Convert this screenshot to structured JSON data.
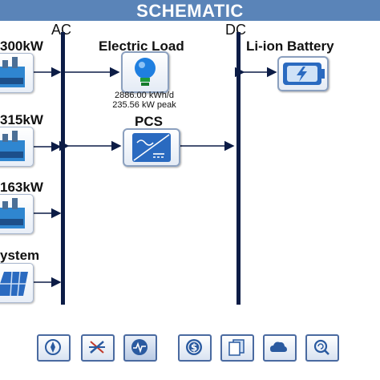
{
  "title": "SCHEMATIC",
  "buses": {
    "ac_label": "AC",
    "dc_label": "DC"
  },
  "generators": [
    {
      "label": "300kW",
      "icon": "generator-icon"
    },
    {
      "label": "315kW",
      "icon": "generator-icon"
    },
    {
      "label": "163kW",
      "icon": "generator-icon"
    }
  ],
  "pv": {
    "label": "ystem",
    "icon": "solar-panel-icon"
  },
  "load": {
    "label": "Electric Load",
    "energy": "2886.00 kWh/d",
    "peak": "235.56 kW peak",
    "icon": "light-bulb-icon"
  },
  "converter": {
    "label": "PCS",
    "icon": "converter-icon"
  },
  "battery": {
    "label": "Li-ion Battery",
    "icon": "battery-icon"
  },
  "toolbar": [
    {
      "icon": "compass-icon"
    },
    {
      "icon": "tools-icon"
    },
    {
      "icon": "waveform-icon",
      "active": true
    },
    {
      "icon": "dollar-icon"
    },
    {
      "icon": "documents-icon"
    },
    {
      "icon": "cloud-icon"
    },
    {
      "icon": "search-refresh-icon"
    }
  ],
  "colors": {
    "title_bar": "#5a84b8",
    "bus": "#0c1c46",
    "tile_border": "#8ba0bf"
  }
}
